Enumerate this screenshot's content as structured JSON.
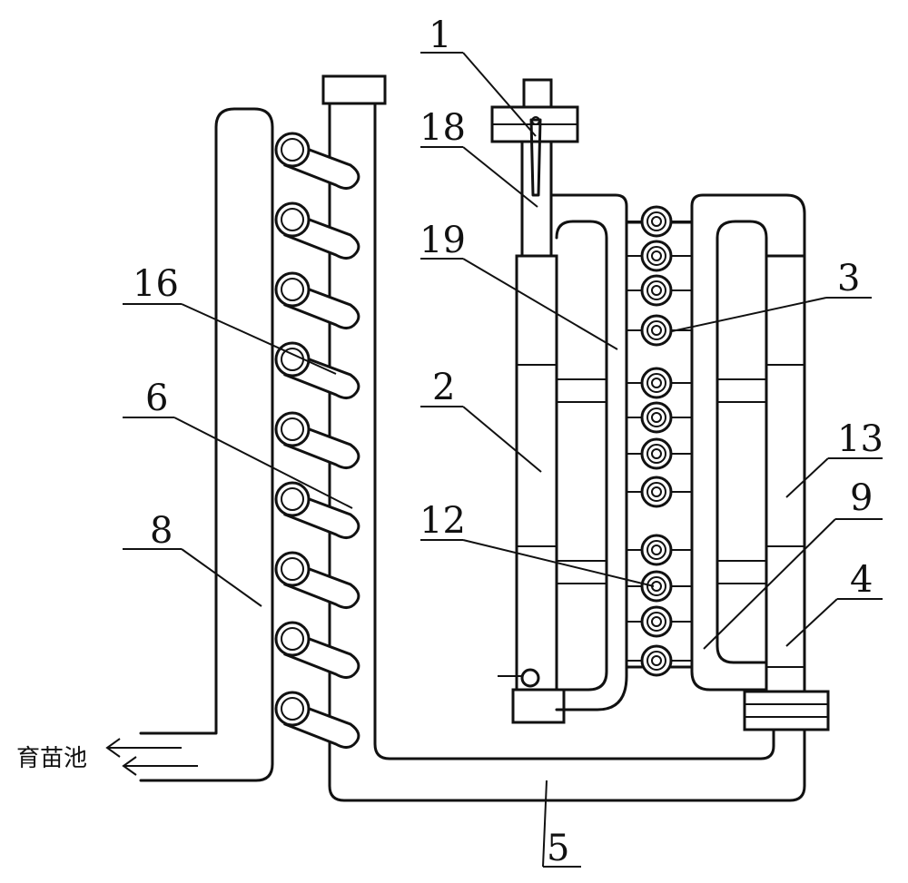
{
  "labels": {
    "l1": "1",
    "l18": "18",
    "l19": "19",
    "l16": "16",
    "l6": "6",
    "l8": "8",
    "l2": "2",
    "l3": "3",
    "l13": "13",
    "l9": "9",
    "l12": "12",
    "l4": "4",
    "l5": "5"
  },
  "outlet_caption": "育苗池",
  "colors": {
    "line": "#111111",
    "background": "#ffffff"
  }
}
